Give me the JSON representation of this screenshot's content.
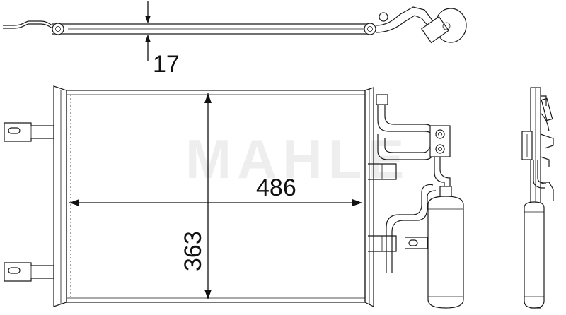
{
  "drawing": {
    "watermark": "MAHLE",
    "dimensions": {
      "thickness": "17",
      "width": "486",
      "height": "363"
    },
    "colors": {
      "line": "#1a1a1a",
      "watermark": "#eeeeee",
      "background": "#ffffff"
    }
  }
}
